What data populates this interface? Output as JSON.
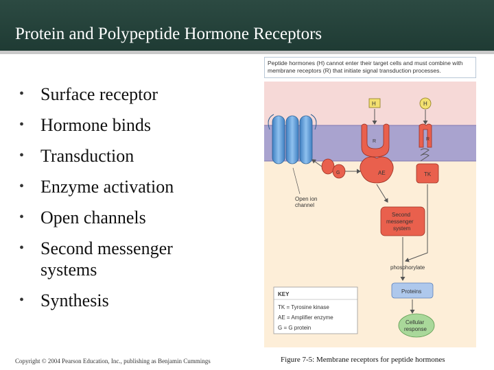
{
  "slide": {
    "title": "Protein and Polypeptide Hormone Receptors",
    "bullets": [
      "Surface receptor",
      "Hormone binds",
      "Transduction",
      "Enzyme activation",
      "Open channels",
      "Second messenger systems",
      "Synthesis"
    ],
    "copyright": "Copyright © 2004 Pearson Education, Inc., publishing as Benjamin Cummings",
    "caption": "Figure 7-5: Membrane receptors for peptide hormones"
  },
  "figure": {
    "header": "Peptide hormones (H) cannot enter their target cells and must combine with membrane receptors (R) that initiate signal transduction processes.",
    "labels": {
      "h1": "H",
      "h2": "H",
      "r1": "R",
      "r2": "R",
      "g": "G",
      "ae": "AE",
      "tk": "TK",
      "open_channel_1": "Open ion",
      "open_channel_2": "channel",
      "second_1": "Second",
      "second_2": "messenger",
      "second_3": "system",
      "phosphorylate": "phosphorylate",
      "proteins": "Proteins",
      "cellular_1": "Cellular",
      "cellular_2": "response"
    },
    "key": {
      "title": "KEY",
      "items": [
        "TK = Tyrosine kinase",
        "AE = Amplifier enzyme",
        "G = G protein"
      ]
    },
    "colors": {
      "extracellular": "#f6d9d7",
      "membrane": "#a9a3cf",
      "intracellular": "#fdeed8",
      "channel": "#5b9bd5",
      "enzyme": "#e9604d",
      "hormone": "#f3e070",
      "proteins": "#aec8ec",
      "cellular": "#a9d89a",
      "title_bar": "#24423a"
    }
  }
}
